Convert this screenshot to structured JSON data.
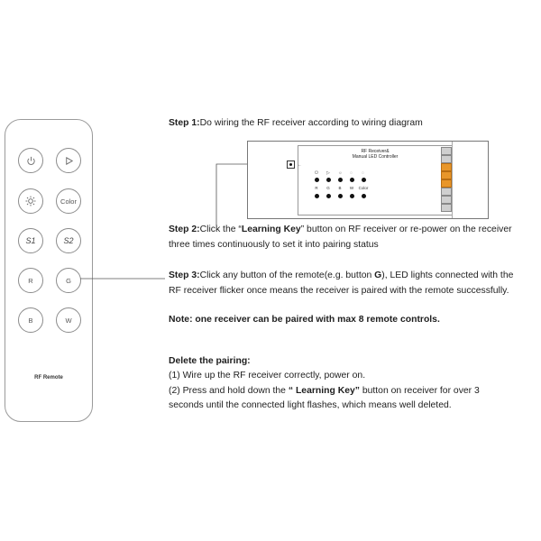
{
  "remote": {
    "buttons": [
      {
        "name": "power-button",
        "icon": "power-icon",
        "label": ""
      },
      {
        "name": "play-mode-button",
        "icon": "play-icon",
        "label": ""
      },
      {
        "name": "brightness-button",
        "icon": "sun-icon",
        "label": ""
      },
      {
        "name": "color-button",
        "icon": "",
        "label": "Color"
      },
      {
        "name": "s1-button",
        "icon": "",
        "label": "S1"
      },
      {
        "name": "s2-button",
        "icon": "",
        "label": "S2"
      },
      {
        "name": "r-button",
        "icon": "",
        "label": "R"
      },
      {
        "name": "g-button",
        "icon": "",
        "label": "G"
      },
      {
        "name": "b-button",
        "icon": "",
        "label": "B"
      },
      {
        "name": "w-button",
        "icon": "",
        "label": "W"
      }
    ],
    "label": "RF Remote"
  },
  "receiver": {
    "title_line1": "RF Receiver&",
    "title_line2": "Manual LED Controller",
    "led_labels": [
      "R",
      "G",
      "B",
      "W",
      "Color"
    ],
    "key_arrow": "←"
  },
  "steps": {
    "step1_label": "Step 1:",
    "step1_text": "Do wiring the RF receiver according to wiring diagram",
    "step2_label": "Step 2:",
    "step2_pre": "Click the “",
    "step2_key": "Learning Key",
    "step2_post": "” button on RF receiver or re-power on the receiver",
    "step2_line2": "three times continuously to set it into pairing status",
    "step3_label": "Step 3:",
    "step3_pre": "Click any button of the remote(e.g. button ",
    "step3_key": "G",
    "step3_post": "), LED lights connected with the",
    "step3_line2": "RF receiver flicker once means the receiver is paired with the remote successfully.",
    "note": "Note: one receiver can be paired with max 8 remote controls."
  },
  "delete": {
    "title": "Delete the pairing:",
    "item1": "(1) Wire up the RF receiver correctly, power on.",
    "item2_pre": "(2) Press and hold down the ",
    "item2_key": "“ Learning Key”",
    "item2_post": " button on receiver for over 3",
    "item2_line2": "seconds until the connected light flashes, which means well deleted."
  }
}
